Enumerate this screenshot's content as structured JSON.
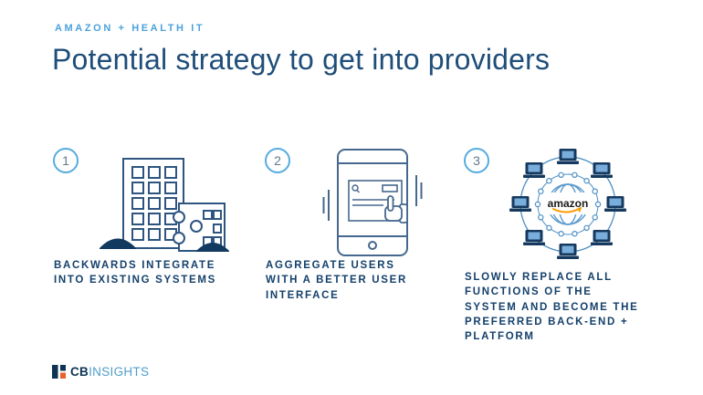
{
  "slide": {
    "eyebrow": "AMAZON + HEALTH IT",
    "title": "Potential strategy to get into providers"
  },
  "items": [
    {
      "number": "1",
      "caption": "BACKWARDS INTEGRATE INTO EXISTING SYSTEMS",
      "icon": "building-puzzle-icon"
    },
    {
      "number": "2",
      "caption": "AGGREGATE USERS WITH A BETTER USER INTERFACE",
      "icon": "tablet-ui-icon"
    },
    {
      "number": "3",
      "caption": "SLOWLY REPLACE ALL FUNCTIONS OF THE SYSTEM AND BECOME THE PREFERRED BACK-END + PLATFORM",
      "icon": "amazon-network-icon"
    }
  ],
  "icons": {
    "amazon_logo_text": "amazon"
  },
  "footer": {
    "brand_bold": "CB",
    "brand_light": "INSIGHTS"
  },
  "colors": {
    "accent_light_blue": "#56ACE0",
    "eyebrow_blue": "#4AA2DC",
    "title_navy": "#1F4E79",
    "caption_navy": "#14406B",
    "icon_stroke": "#2E5580",
    "dark_fill_navy": "#12395F",
    "amazon_orange": "#FF9900",
    "logo_orange": "#E8622C",
    "logo_navy": "#0E3355"
  }
}
